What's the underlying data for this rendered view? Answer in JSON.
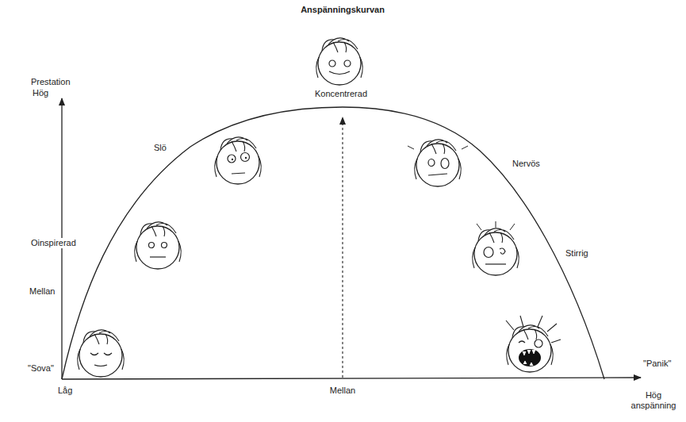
{
  "diagram": {
    "title": "Anspänningskurvan",
    "labels": [
      "Prestation",
      "Hög",
      "Oinspirerad",
      "Mellan",
      "\"Sova\"",
      "Låg",
      "Mellan",
      "Hög anspänning",
      "\"Panik\"",
      "Koncentrerad",
      "Slö",
      "Nervös",
      "Stirrig"
    ]
  }
}
